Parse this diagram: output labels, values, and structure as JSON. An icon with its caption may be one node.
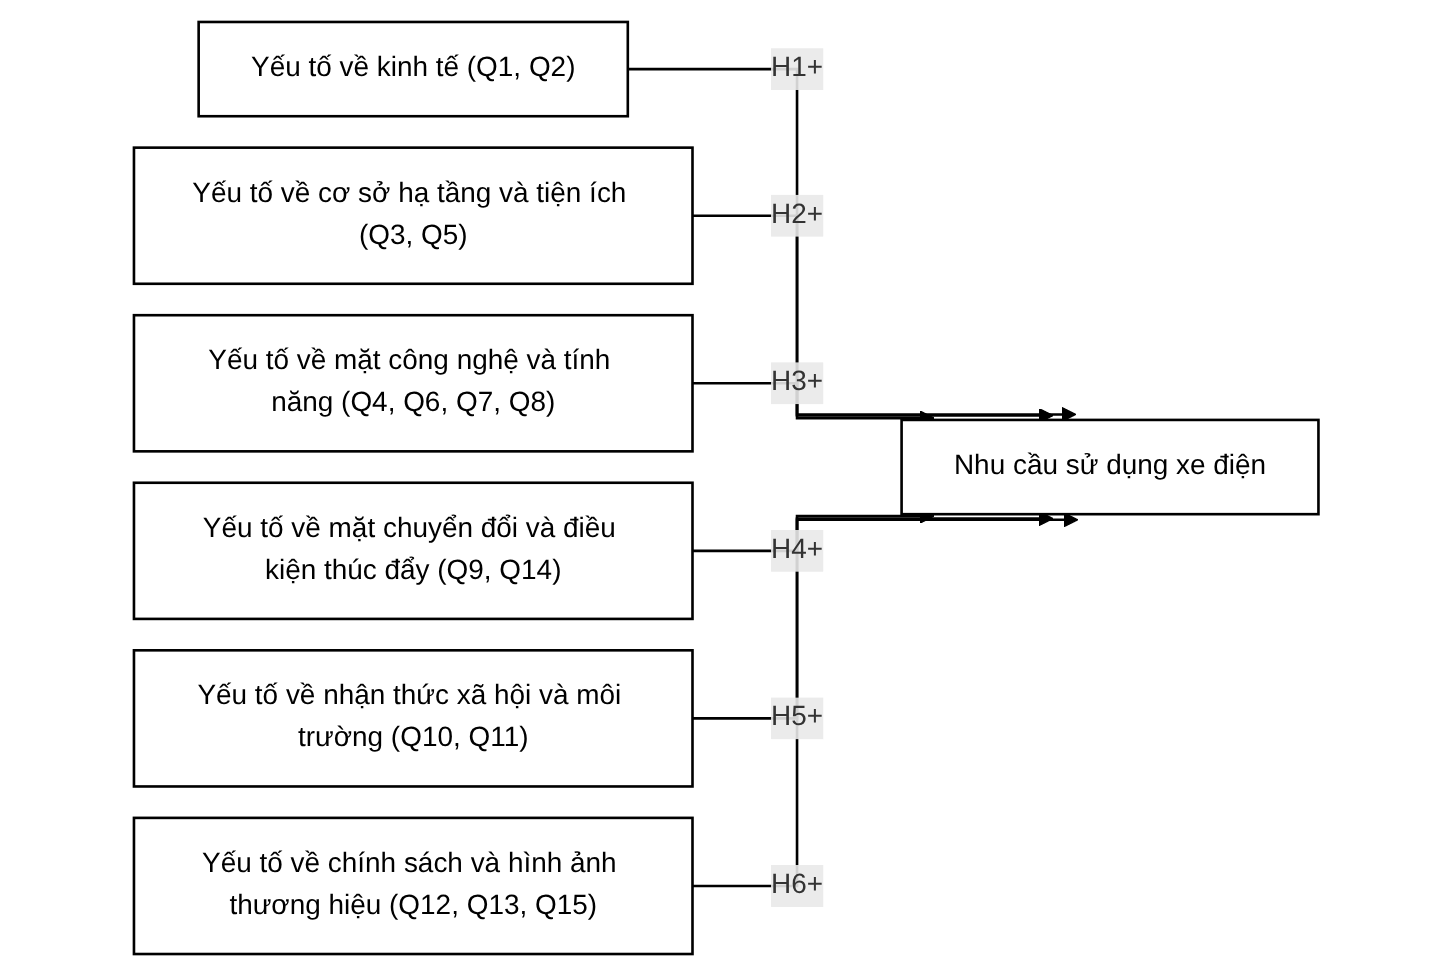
{
  "diagram": {
    "nodes": [
      {
        "text": [
          "Yếu tố về kinh tế (Q1, Q2)"
        ]
      },
      {
        "text": [
          "Yếu tố về cơ sở hạ tầng và tiện ích (Q3, Q5)"
        ]
      },
      {
        "text": [
          "Yếu tố về mặt công nghệ và tính năng (Q4, Q6, Q7, Q8)"
        ]
      },
      {
        "text": [
          "Yếu tố về mặt chuyển đổi và điều kiện thúc đẩy (Q9, Q14)"
        ]
      },
      {
        "text": [
          "Yếu tố về nhận thức xã hội và môi trường (Q10, Q11)"
        ]
      },
      {
        "text": [
          "Yếu tố về chính sách và hình ảnh thương hiệu (Q12, Q13, Q15)"
        ]
      },
      {
        "text": [
          "Nhu cầu sử dụng xe điện"
        ]
      }
    ],
    "edges": [
      {
        "from": 0,
        "to": 6,
        "arrow": "to",
        "label": "H1+"
      },
      {
        "from": 1,
        "to": 6,
        "arrow": "to",
        "label": "H2+"
      },
      {
        "from": 2,
        "to": 6,
        "arrow": "to",
        "label": "H3+"
      },
      {
        "from": 3,
        "to": 6,
        "arrow": "to",
        "label": "H4+"
      },
      {
        "from": 4,
        "to": 6,
        "arrow": "to",
        "label": "H5+"
      },
      {
        "from": 5,
        "to": 6,
        "arrow": "to",
        "label": "H6+"
      }
    ]
  }
}
